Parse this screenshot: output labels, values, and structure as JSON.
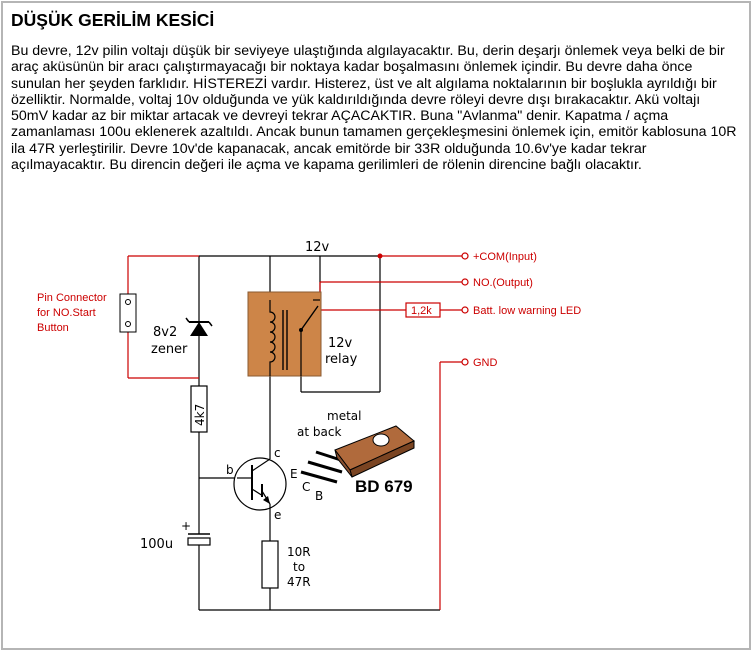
{
  "page": {
    "title": "DÜŞÜK GERİLİM KESİCİ",
    "paragraph": "Bu devre, 12v pilin voltajı düşük bir seviyeye ulaştığında algılayacaktır. Bu, derin deşarjı önlemek veya belki de bir araç aküsünün bir aracı çalıştırmayacağı bir noktaya kadar boşalmasını önlemek içindir. Bu devre daha önce sunulan her şeyden farklıdır. HİSTEREZİ vardır. Histerez, üst ve alt algılama noktalarının bir boşlukla ayrıldığı bir özelliktir. Normalde, voltaj 10v olduğunda ve yük kaldırıldığında devre röleyi devre dışı bırakacaktır. Akü voltajı 50mV kadar az bir miktar artacak ve devreyi tekrar AÇACAKTIR. Buna \"Avlanma\" denir. Kapatma / açma zamanlaması 100u eklenerek azaltıldı. Ancak bunun tamamen gerçekleşmesini önlemek için, emitör kablosuna 10R ila 47R yerleştirilir. Devre 10v'de kapanacak, ancak emitörde bir 33R olduğunda 10.6v'ye kadar tekrar açılmayacaktır. Bu direncin değeri ile açma ve kapama gerilimleri de rölenin direncine bağlı olacaktır."
  },
  "diagram": {
    "supply_label": "12v",
    "terminals": {
      "com_input": "+COM(Input)",
      "no_output": "NO.(Output)",
      "batt_led": "Batt. low warning LED",
      "gnd": "GND"
    },
    "led_resistor": "1,2k",
    "pin_connector": [
      "Pin Connector",
      "for NO.Start",
      "Button"
    ],
    "zener": [
      "8v2",
      "zener"
    ],
    "resistor_4k7": "4k7",
    "relay": [
      "12v",
      "relay"
    ],
    "transistor_pins": {
      "b": "b",
      "c": "c",
      "e": "e"
    },
    "capacitor": {
      "plus": "+",
      "value": "100u"
    },
    "emitter_resistor": [
      "10R",
      "to",
      "47R"
    ],
    "package": {
      "note": [
        "metal",
        "at back"
      ],
      "pins": [
        "E",
        "C",
        "B"
      ],
      "part": "BD 679"
    },
    "colors": {
      "wire": "#000000",
      "external_wire": "#cc0000",
      "relay_body": "#cd8548",
      "package_body": "#b06a3c"
    }
  }
}
